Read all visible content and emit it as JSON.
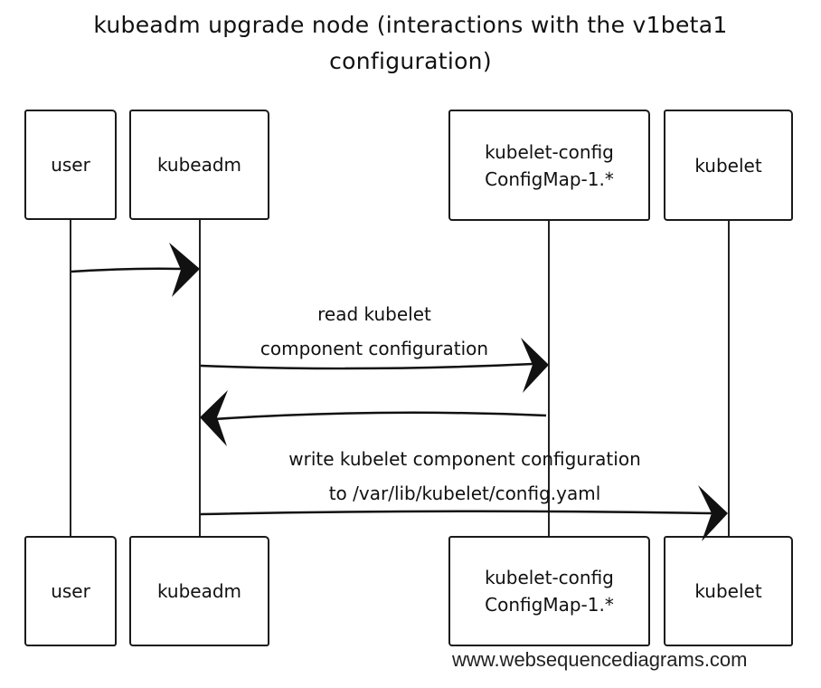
{
  "title": {
    "line1": "kubeadm upgrade node (interactions with the v1beta1",
    "line2": "configuration)"
  },
  "participants": [
    {
      "id": "user",
      "line1": "user",
      "line2": ""
    },
    {
      "id": "kubeadm",
      "line1": "kubeadm",
      "line2": ""
    },
    {
      "id": "kubelet-config",
      "line1": "kubelet-config",
      "line2": "ConfigMap-1.*"
    },
    {
      "id": "kubelet",
      "line1": "kubelet",
      "line2": ""
    }
  ],
  "messages": [
    {
      "from": "user",
      "to": "kubeadm",
      "line1": "",
      "line2": ""
    },
    {
      "from": "kubeadm",
      "to": "kubelet-config",
      "line1": "read kubelet",
      "line2": "component configuration"
    },
    {
      "from": "kubelet-config",
      "to": "kubeadm",
      "line1": "",
      "line2": ""
    },
    {
      "from": "kubeadm",
      "to": "kubelet",
      "line1": "write kubelet component configuration",
      "line2": "to /var/lib/kubelet/config.yaml"
    }
  ],
  "footer": "www.websequencediagrams.com"
}
